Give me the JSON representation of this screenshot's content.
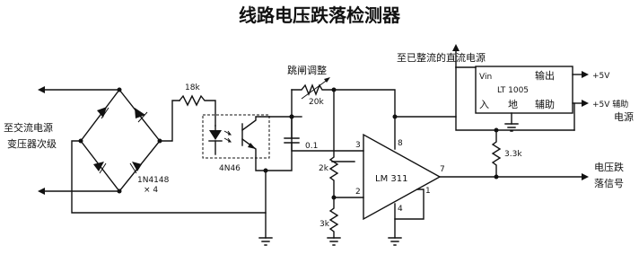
{
  "title": "线路电压跌落检测器",
  "labels": {
    "ac_source": [
      "至交流电源",
      "变压器次级"
    ],
    "diodes": [
      "1N4148",
      "× 4"
    ],
    "r_18k": "18k",
    "optocoupler": "4N46",
    "cap": "0.1",
    "trip_adjust": "跳闸调整",
    "pot_20k": "20k",
    "r_2k": "2k",
    "r_3k": "3k",
    "comparator": "LM 311",
    "pin3": "3",
    "pin2": "2",
    "pin8": "8",
    "pin7": "7",
    "pin1": "1",
    "pin4": "4",
    "to_rectified": "至已整流的直流电源",
    "reg_vin": "Vin",
    "reg_out": "输出",
    "reg_name": "LT 1005",
    "reg_in": "入",
    "reg_gnd": "地",
    "reg_aux": "辅助",
    "plus5v_1": "+5V",
    "plus5v_2": "+5V 辅助",
    "supply_word": "电源",
    "r_3_3k": "3.3k",
    "output": [
      "电压跌",
      "落信号"
    ]
  }
}
